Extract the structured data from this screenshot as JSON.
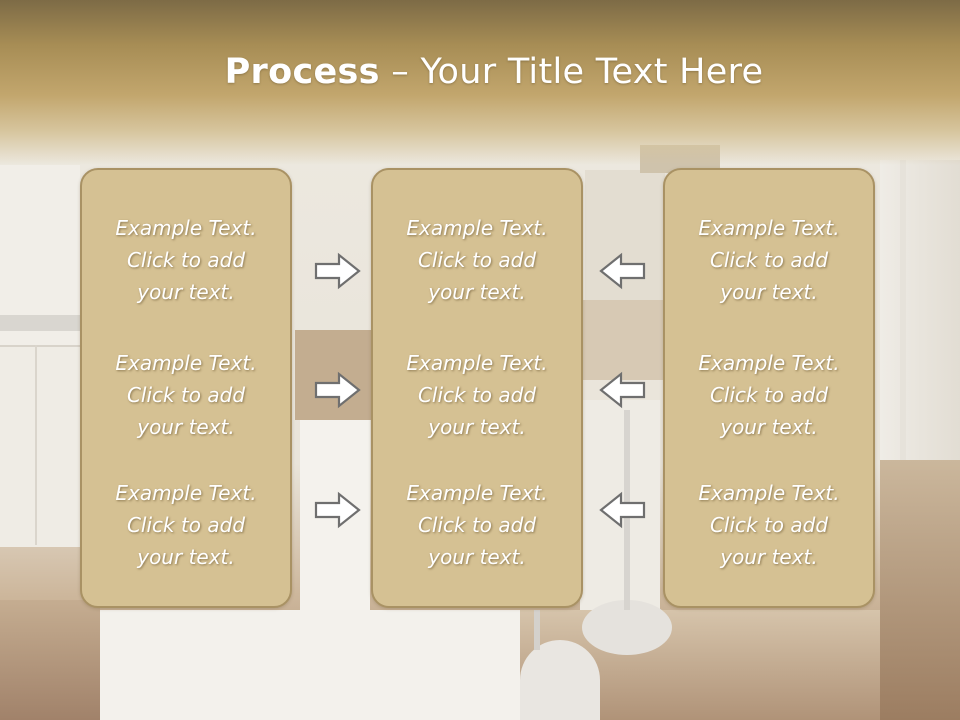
{
  "slide": {
    "title_bold": "Process",
    "title_rest": " – Your Title Text Here",
    "columns": [
      {
        "items": [
          {
            "line1": "Example Text.",
            "line2": "Click  to add",
            "line3": "your text."
          },
          {
            "line1": "Example Text.",
            "line2": "Click  to add",
            "line3": "your text."
          },
          {
            "line1": "Example Text.",
            "line2": "Click  to add",
            "line3": "your text."
          }
        ]
      },
      {
        "items": [
          {
            "line1": "Example Text.",
            "line2": "Click  to add",
            "line3": "your text."
          },
          {
            "line1": "Example Text.",
            "line2": "Click  to add",
            "line3": "your text."
          },
          {
            "line1": "Example Text.",
            "line2": "Click  to add",
            "line3": "your text."
          }
        ]
      },
      {
        "items": [
          {
            "line1": "Example Text.",
            "line2": "Click  to add",
            "line3": "your text."
          },
          {
            "line1": "Example Text.",
            "line2": "Click  to add",
            "line3": "your text."
          },
          {
            "line1": "Example Text.",
            "line2": "Click  to add",
            "line3": "your text."
          }
        ]
      }
    ],
    "arrows": {
      "left_direction": "right-arrow-icon",
      "right_direction": "left-arrow-icon"
    },
    "colors": {
      "title_band": "#a78d55",
      "box_fill": "#d5c193",
      "box_border": "#a99264",
      "text": "#ffffff"
    }
  }
}
